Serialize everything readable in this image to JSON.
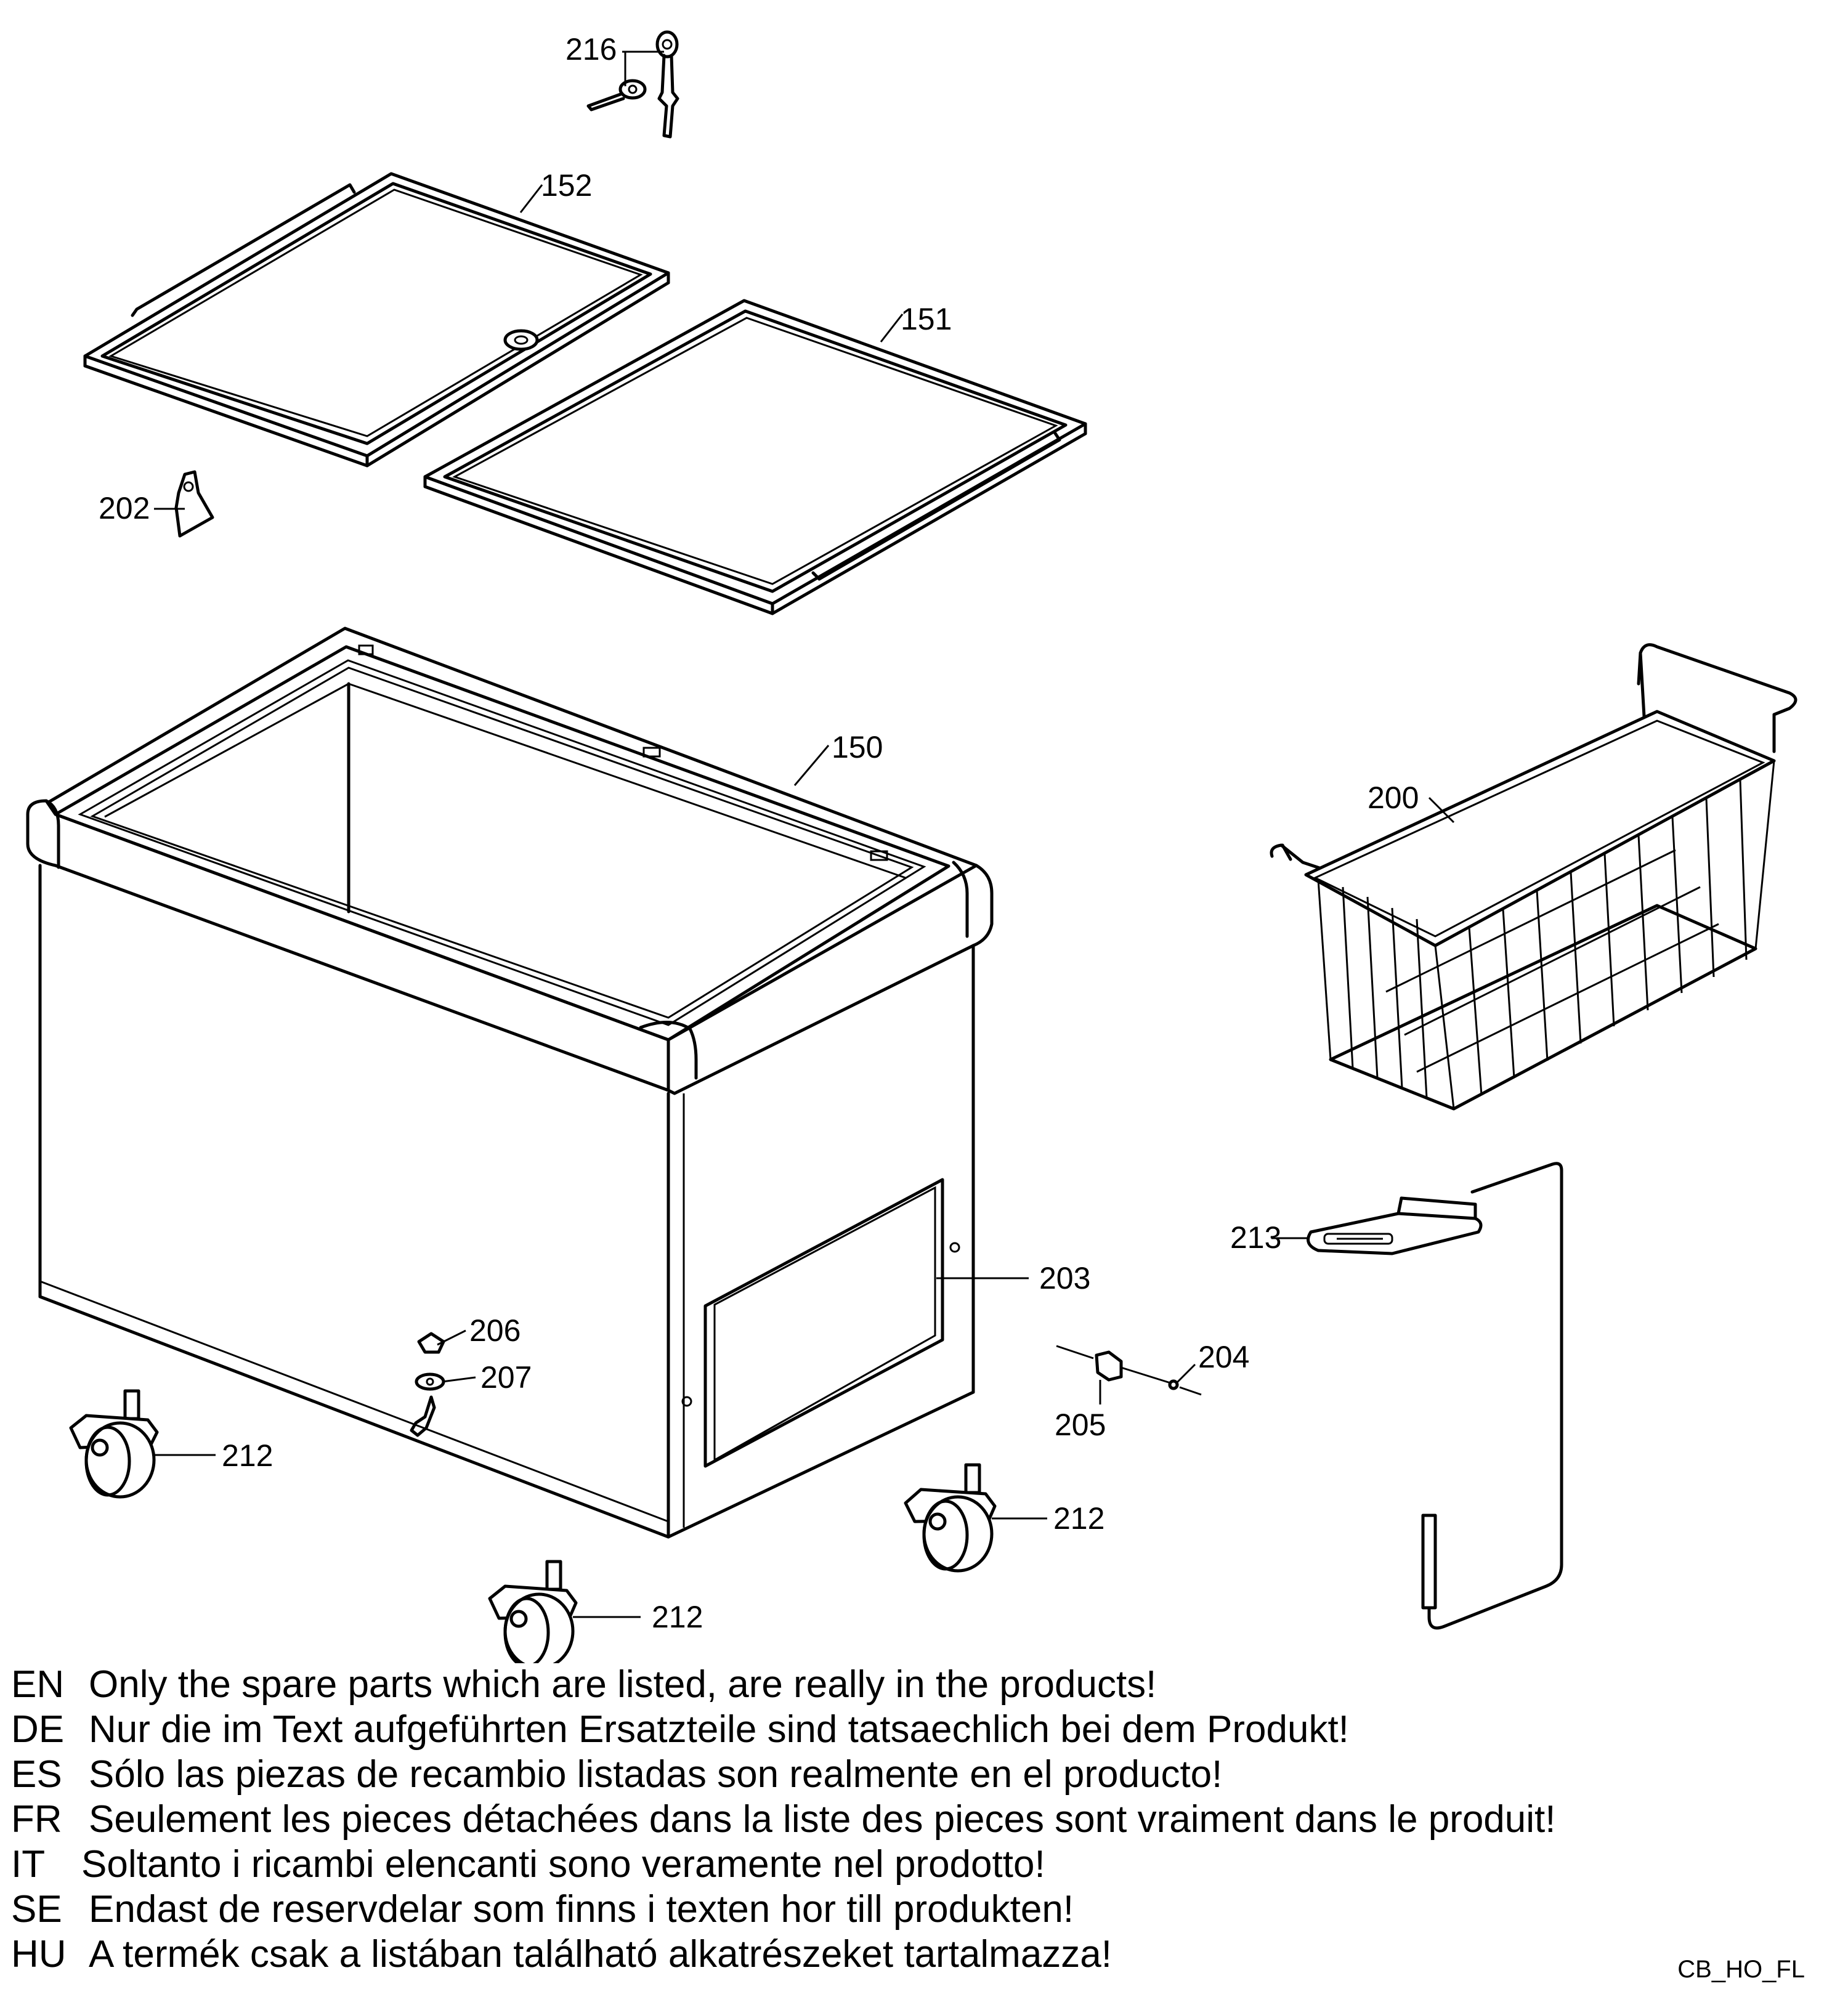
{
  "callouts": {
    "c216": "216",
    "c152": "152",
    "c151": "151",
    "c202": "202",
    "c150": "150",
    "c200": "200",
    "c213": "213",
    "c203": "203",
    "c206": "206",
    "c207": "207",
    "c204": "204",
    "c205": "205",
    "c212a": "212",
    "c212b": "212",
    "c212c": "212"
  },
  "notes": [
    {
      "lang": "EN",
      "text": "Only the spare parts which are listed, are really in the products!"
    },
    {
      "lang": "DE",
      "text": "Nur die im Text aufgeführten Ersatzteile sind tatsaechlich bei dem Produkt!"
    },
    {
      "lang": "ES",
      "text": "Sólo las piezas de recambio  listadas son realmente en el producto!"
    },
    {
      "lang": "FR",
      "text": "Seulement les pieces détachées dans la liste des pieces sont vraiment dans le produit!"
    },
    {
      "lang": "IT",
      "text": "Soltanto i ricambi elencanti sono veramente nel prodotto!"
    },
    {
      "lang": "SE",
      "text": "Endast de reservdelar som finns i texten hor till produkten!"
    },
    {
      "lang": "HU",
      "text": "A termék csak a listában található alkatrészeket tartalmazza!"
    }
  ],
  "drawing_code": "CB_HO_FL"
}
